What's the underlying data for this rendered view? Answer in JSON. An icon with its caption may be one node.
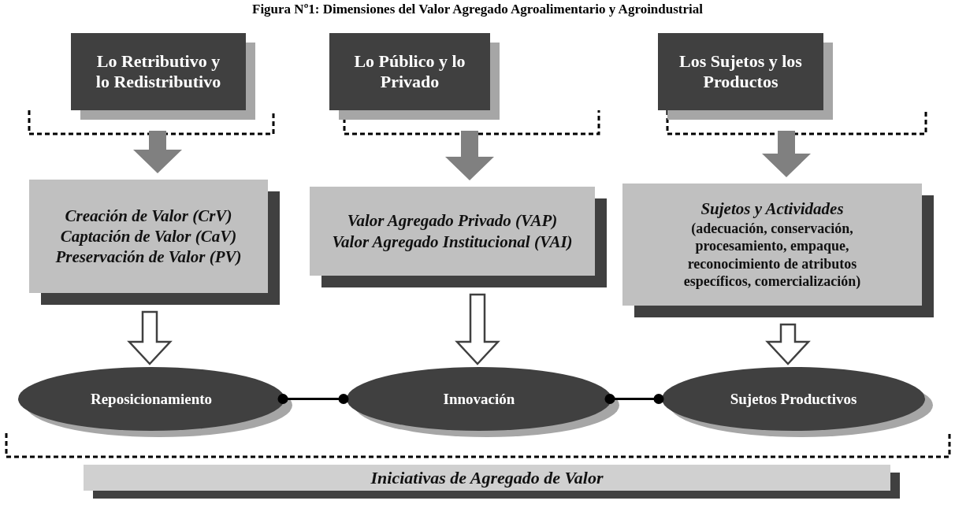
{
  "diagram": {
    "title": "Figura Nº1: Dimensiones del Valor Agregado Agroalimentario y Agroindustrial",
    "nodes": [
      {
        "text": [
          "Lo Retributivo y lo Redistributivo"
        ]
      },
      {
        "text": [
          "Lo Público y lo Privado"
        ]
      },
      {
        "text": [
          "Los Sujetos y los Productos"
        ]
      },
      {
        "text": [
          "Creación de Valor (CrV)",
          "Captación de Valor (CaV)",
          "Preservación de Valor (PV)"
        ]
      },
      {
        "text": [
          "Valor Agregado Privado (VAP)",
          "Valor Agregado Institucional (VAI)"
        ]
      },
      {
        "text": [
          "Sujetos y Actividades",
          "(adecuación, conservación, procesamiento, empaque, reconocimiento de atributos específicos, comercialización)"
        ]
      },
      {
        "text": [
          "Reposicionamiento"
        ]
      },
      {
        "text": [
          "Innovación"
        ]
      },
      {
        "text": [
          "Sujetos Productivos"
        ]
      },
      {
        "text": [
          "Iniciativas de Agregado de Valor"
        ]
      }
    ],
    "edges": [
      {
        "from": 0,
        "to": 3,
        "arrow": "to",
        "style": "thick",
        "color": "#808080"
      },
      {
        "from": 1,
        "to": 4,
        "arrow": "to",
        "style": "thick",
        "color": "#808080"
      },
      {
        "from": 2,
        "to": 5,
        "arrow": "to",
        "style": "thick",
        "color": "#808080"
      },
      {
        "from": 3,
        "to": 6,
        "arrow": "to",
        "style": "thick"
      },
      {
        "from": 4,
        "to": 7,
        "arrow": "to",
        "style": "thick"
      },
      {
        "from": 5,
        "to": 8,
        "arrow": "to",
        "style": "thick"
      },
      {
        "from": 6,
        "to": 7,
        "arrow": "other"
      },
      {
        "from": 7,
        "to": 8,
        "arrow": "other"
      }
    ]
  }
}
